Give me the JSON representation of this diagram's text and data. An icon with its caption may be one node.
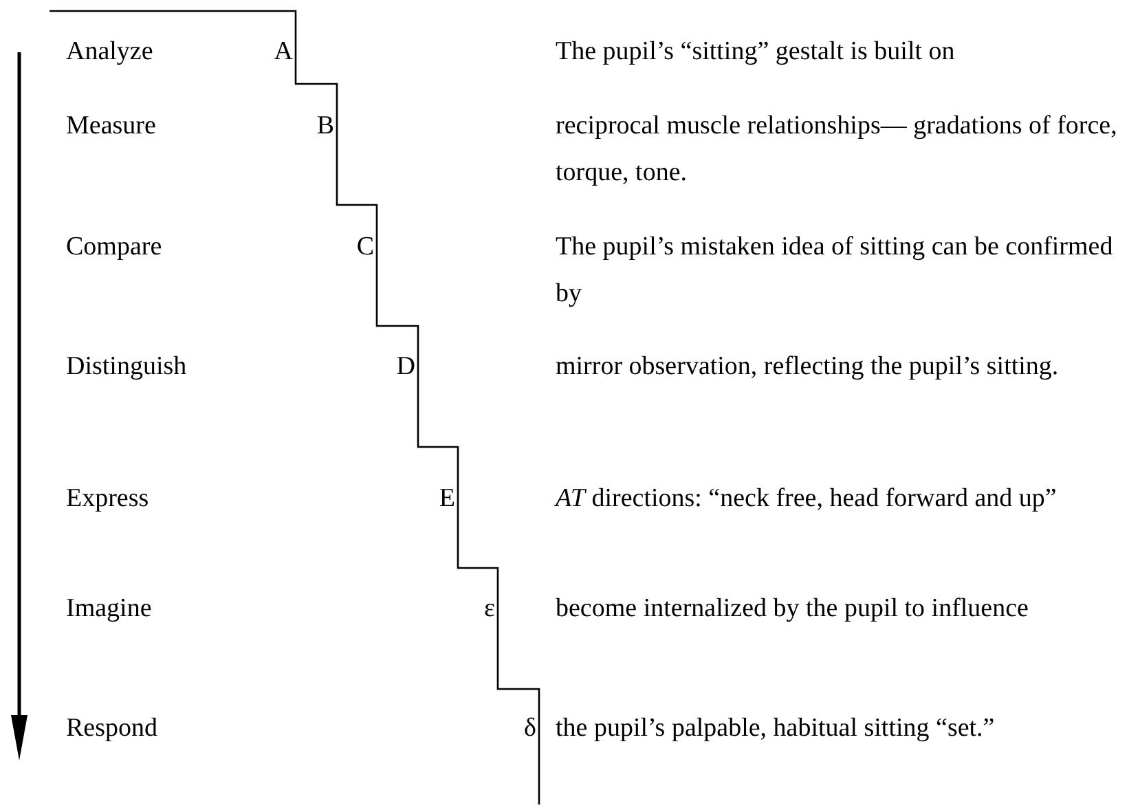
{
  "diagram": {
    "labels": [
      "Analyze",
      "A",
      "The pupil’s “sitting” gestalt is built on",
      "Measure",
      "B",
      "reciprocal muscle relationships— gradations of force, torque, tone.",
      "Compare",
      "C",
      "The pupil’s mistaken idea of sitting can be confirmed by",
      "Distinguish",
      "D",
      "mirror observation, reflecting the pupil’s sitting.",
      "Express",
      "E",
      "*AT* directions: “neck free, head forward and up”",
      "Imagine",
      "ε",
      "become internalized by the pupil to influence",
      "Respond",
      "δ",
      "the pupil’s palpable, habitual sitting “set.”"
    ]
  }
}
